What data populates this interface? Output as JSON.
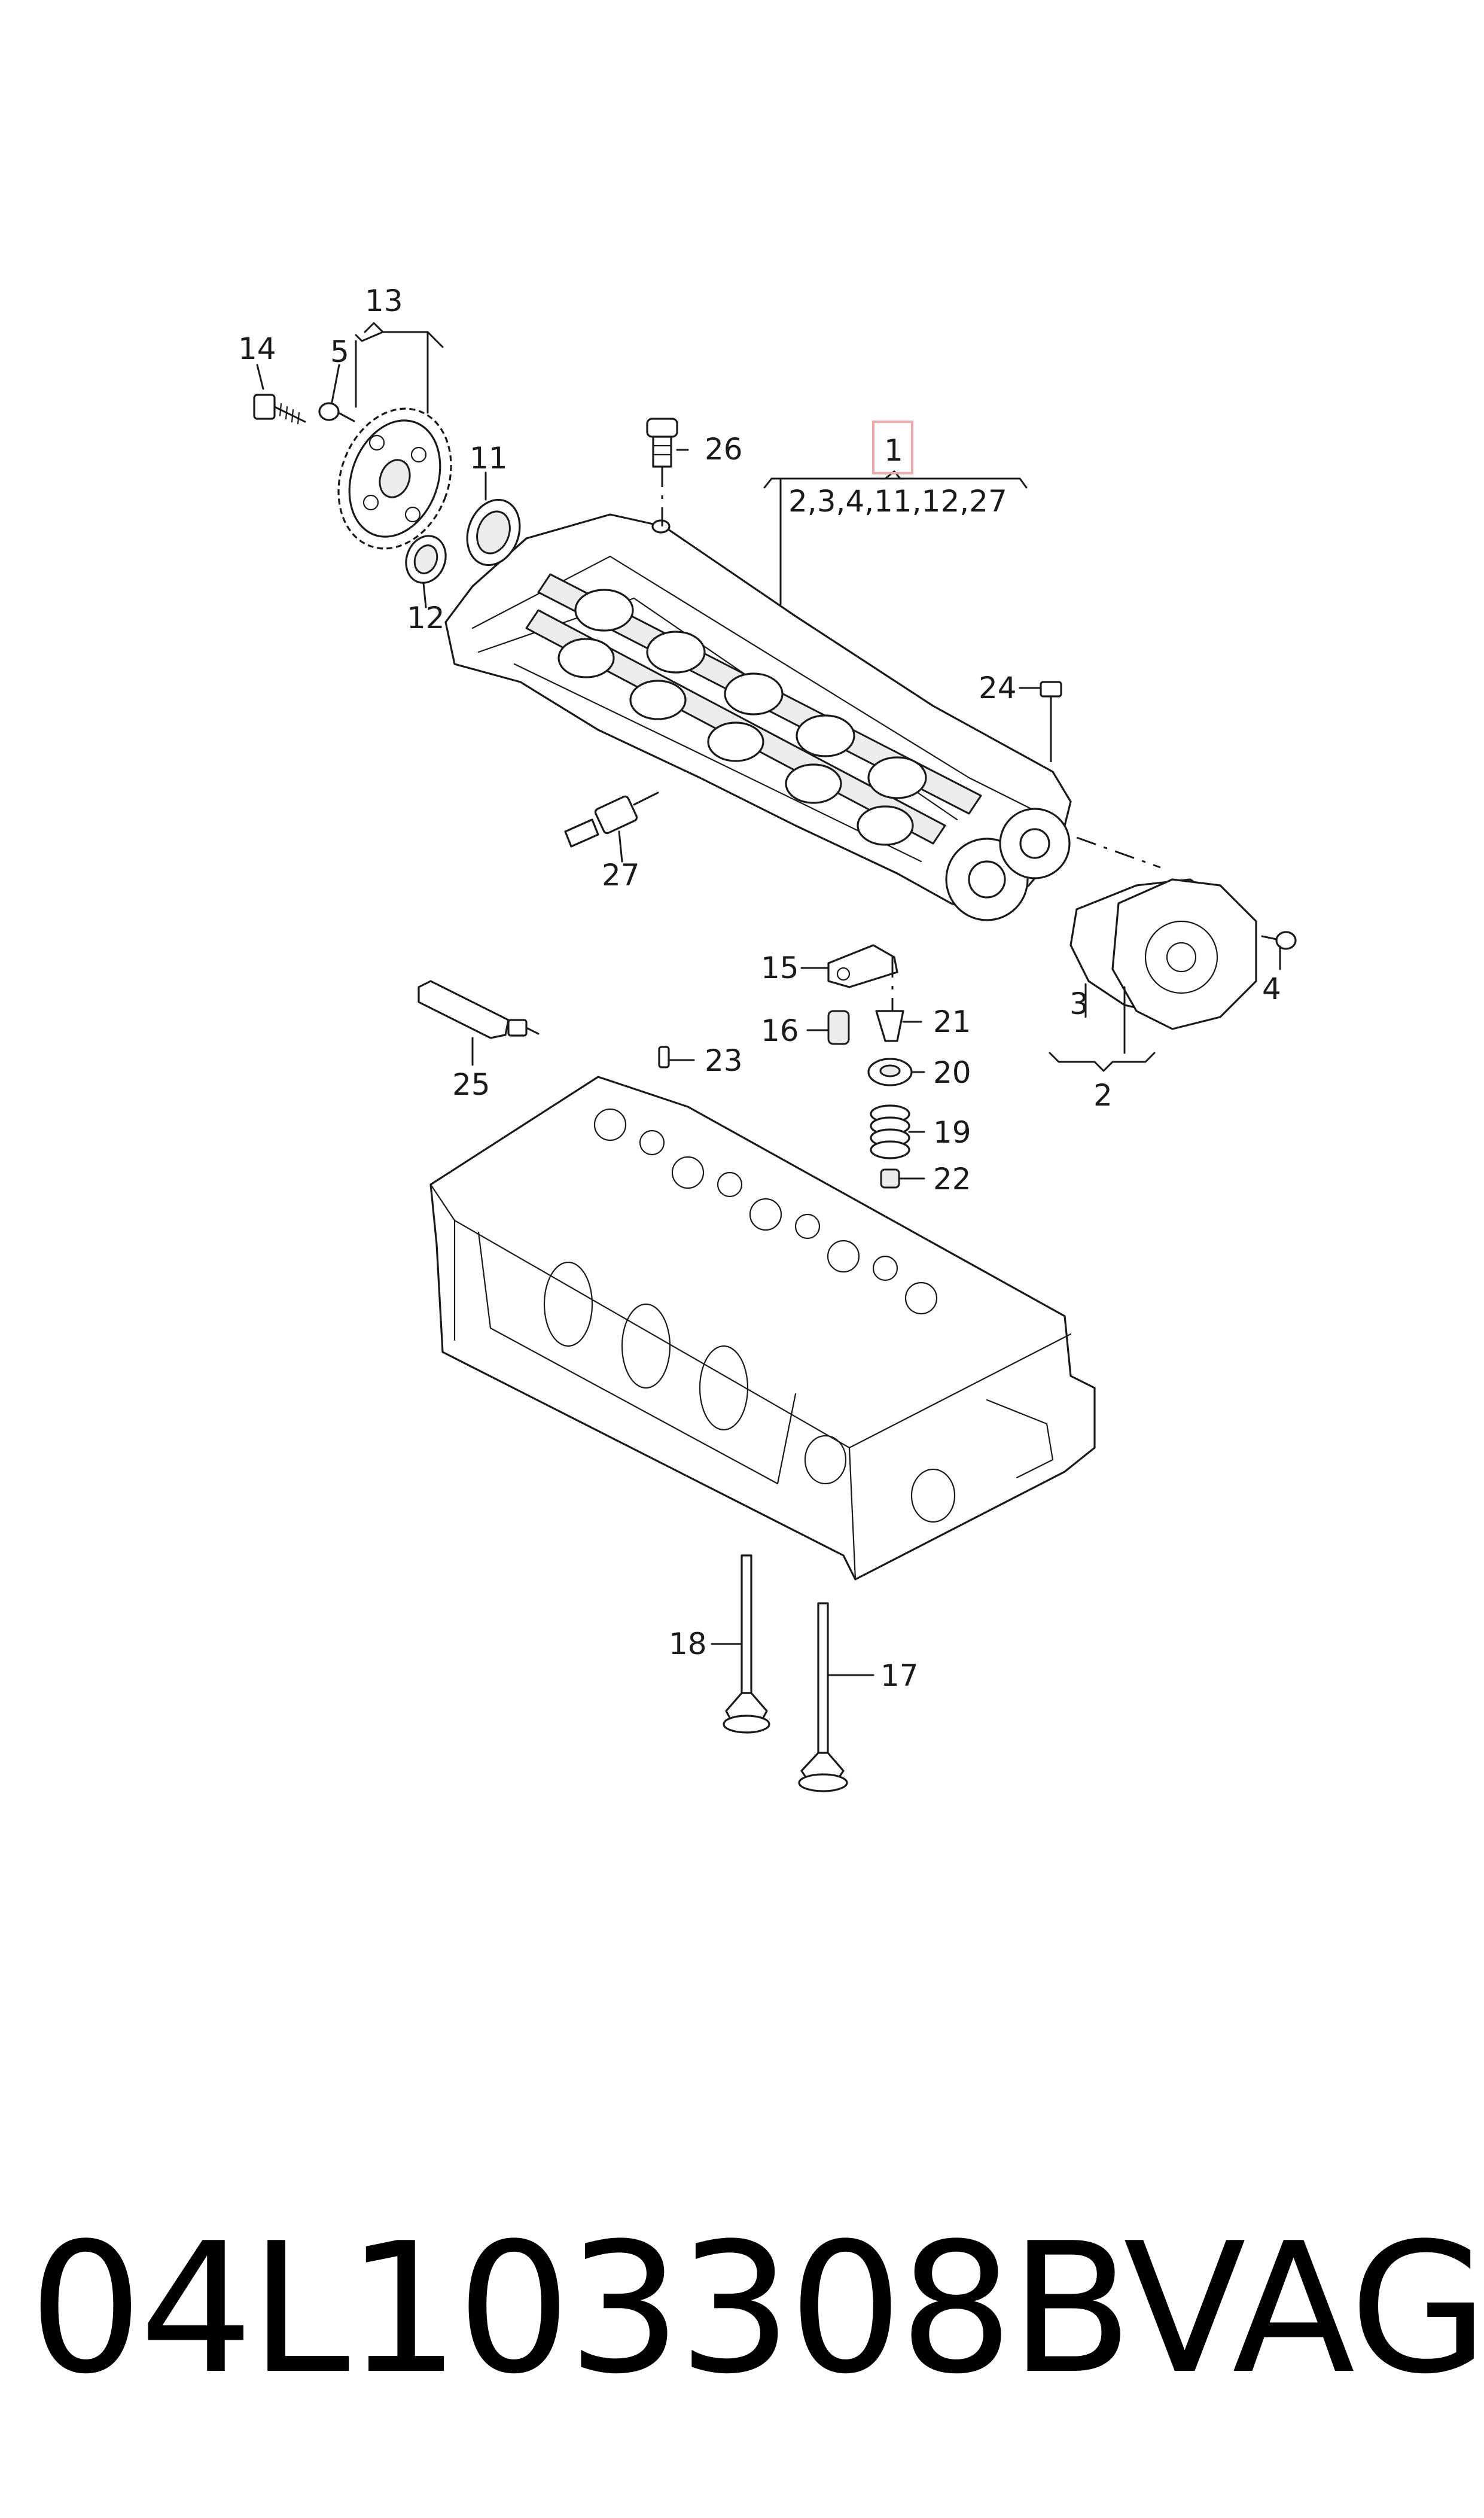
{
  "diagram": {
    "callouts": {
      "c1": "1",
      "c1_group": "2,3,4,11,12,27",
      "c2": "2",
      "c3": "3",
      "c4": "4",
      "c5": "5",
      "c11": "11",
      "c12": "12",
      "c13": "13",
      "c14": "14",
      "c15": "15",
      "c16": "16",
      "c17": "17",
      "c18": "18",
      "c19": "19",
      "c20": "20",
      "c21": "21",
      "c22": "22",
      "c23": "23",
      "c24": "24",
      "c25": "25",
      "c26": "26",
      "c27": "27"
    },
    "highlight_color": "#e8a6a6"
  },
  "footer": {
    "part_number": "04L103308B",
    "brand": "VAG"
  }
}
